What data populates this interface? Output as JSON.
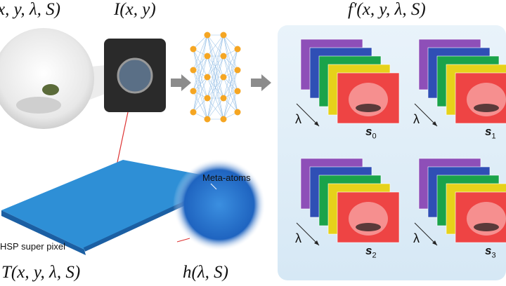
{
  "labels": {
    "scene": "x, y, λ, S)",
    "intensity": "I(x, y)",
    "reconstruction": "f′(x, y, λ, S)",
    "transmission": "T(x, y, λ, S)",
    "response": "h(λ, S)",
    "meta_atoms": "Meta-atoms",
    "super_pixel": "HSP super pixel"
  },
  "stacks": [
    {
      "s": "s",
      "sub": "0",
      "lambda": "λ"
    },
    {
      "s": "s",
      "sub": "1",
      "lambda": "λ"
    },
    {
      "s": "s",
      "sub": "2",
      "lambda": "λ"
    },
    {
      "s": "s",
      "sub": "3",
      "lambda": "λ"
    }
  ],
  "colors": {
    "panel": "#dcecf7",
    "spectral_layers": [
      "#8e4fb8",
      "#2f4fb5",
      "#1aa34a",
      "#e6d21a",
      "#ee4444"
    ],
    "metasurface": "#2e8fd6",
    "nn_node": "#f5a623",
    "arrow": "#8c8c8c"
  }
}
